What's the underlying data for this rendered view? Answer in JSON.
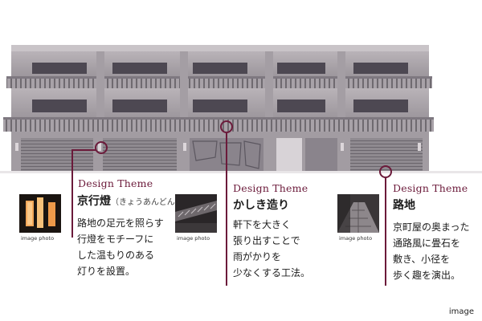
{
  "themes": [
    {
      "label": "Design Theme",
      "title": "京行燈",
      "reading": "（きょうあんどん）",
      "lines": [
        "路地の足元を照らす",
        "行燈をモチーフに",
        "した温もりのある",
        "灯りを設置。"
      ],
      "photo_caption": "image photo",
      "photo_icon": "lantern-photo"
    },
    {
      "label": "Design Theme",
      "title": "かしき造り",
      "reading": "",
      "lines": [
        "軒下を大きく",
        "張り出すことで",
        "雨がかりを",
        "少なくする工法。"
      ],
      "photo_caption": "image photo",
      "photo_icon": "eaves-photo"
    },
    {
      "label": "Design Theme",
      "title": "路地",
      "reading": "",
      "lines": [
        "京町屋の奥まった",
        "通路風に畳石を",
        "敷き、小径を",
        "歩く趣を演出。"
      ],
      "photo_caption": "image photo",
      "photo_icon": "stone-path-photo"
    }
  ],
  "corner_caption": "image",
  "colors": {
    "accent": "#6b1a3a",
    "facade": "#8f8a90",
    "facade_dark": "#55505a"
  }
}
